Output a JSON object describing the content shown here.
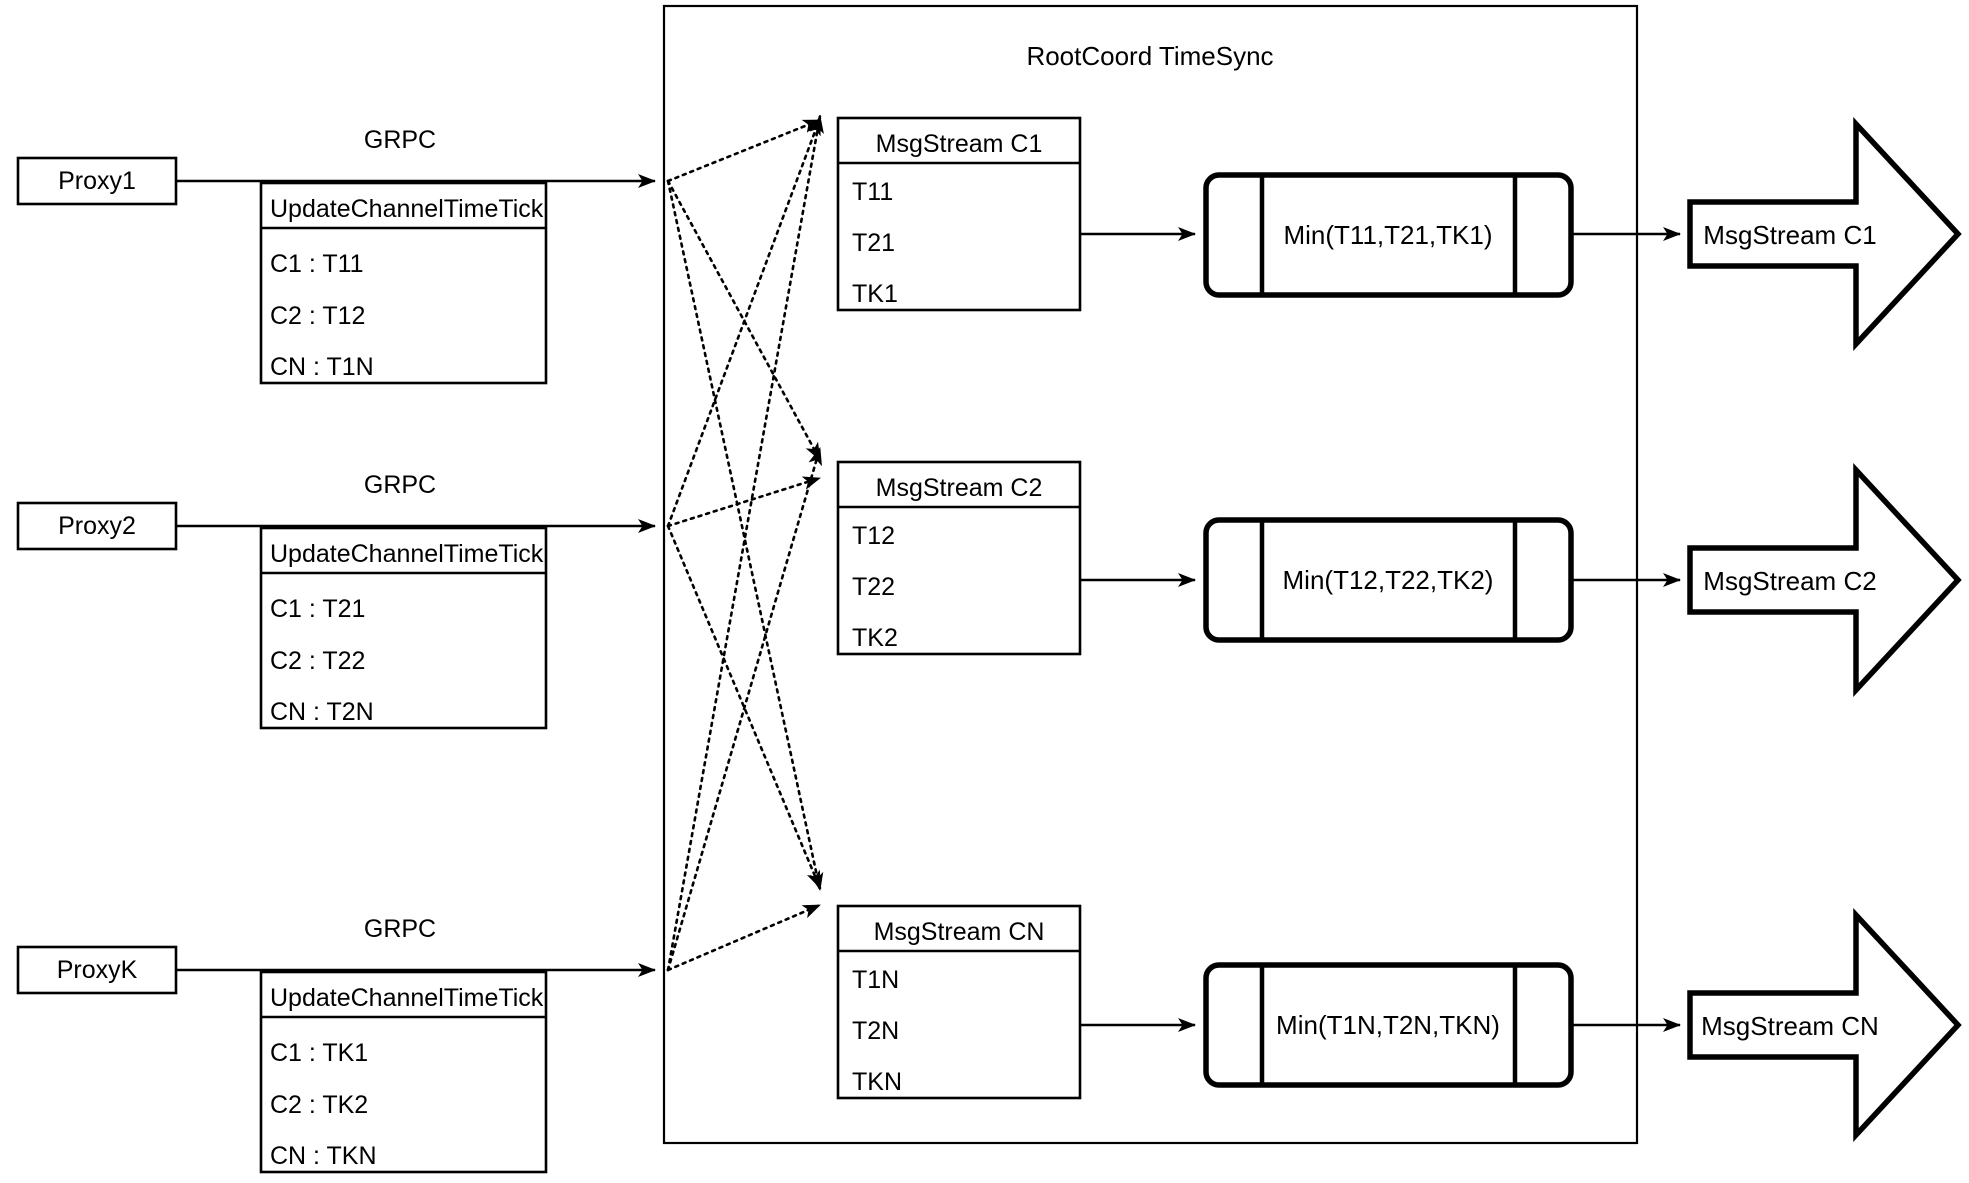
{
  "diagram": {
    "title": "RootCoord TimeSync",
    "edge_label": "GRPC",
    "proxies": [
      {
        "name": "Proxy1",
        "edge_label": "GRPC",
        "table_title": "UpdateChannelTimeTick",
        "rows": [
          "C1 :  T11",
          "C2 :  T12",
          "CN : T1N"
        ]
      },
      {
        "name": "Proxy2",
        "edge_label": "GRPC",
        "table_title": "UpdateChannelTimeTick",
        "rows": [
          "C1 :  T21",
          "C2 :  T22",
          "CN : T2N"
        ]
      },
      {
        "name": "ProxyK",
        "edge_label": "GRPC",
        "table_title": "UpdateChannelTimeTick",
        "rows": [
          "C1 :  TK1",
          "C2 :  TK2",
          "CN : TKN"
        ]
      }
    ],
    "msgstreams": [
      {
        "title": "MsgStream C1",
        "rows": [
          "T11",
          "T21",
          "TK1"
        ]
      },
      {
        "title": "MsgStream C2",
        "rows": [
          "T12",
          "T22",
          "TK2"
        ]
      },
      {
        "title": "MsgStream CN",
        "rows": [
          "T1N",
          "T2N",
          "TKN"
        ]
      }
    ],
    "processors": [
      {
        "label": "Min(T11,T21,TK1)"
      },
      {
        "label": "Min(T12,T22,TK2)"
      },
      {
        "label": "Min(T1N,T2N,TKN)"
      }
    ],
    "outputs": [
      {
        "label": "MsgStream C1"
      },
      {
        "label": "MsgStream C2"
      },
      {
        "label": "MsgStream CN"
      }
    ],
    "colors": {
      "stroke": "#000000",
      "background": "#ffffff",
      "fill": "#ffffff"
    }
  }
}
